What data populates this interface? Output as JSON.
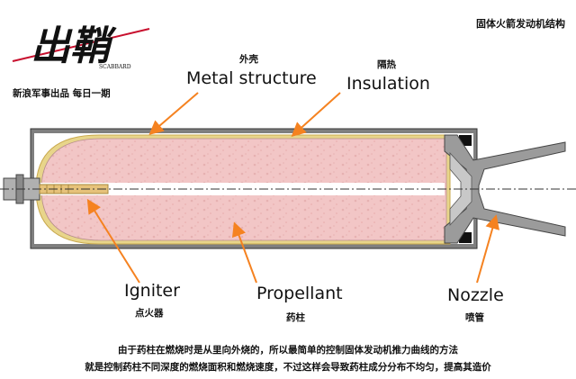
{
  "logo": {
    "calligraphy": "出鞘",
    "brand_en": "SCABBARD",
    "tagline": "新浪军事出品 每日一期"
  },
  "title": "固体火箭发动机结构",
  "labels": {
    "shell_cn": "外壳",
    "metal_en": "Metal structure",
    "insulation_cn": "隔热",
    "insulation_en": "Insulation",
    "igniter_en": "Igniter",
    "igniter_cn": "点火器",
    "propellant_en": "Propellant",
    "propellant_cn": "药柱",
    "nozzle_en": "Nozzle",
    "nozzle_cn": "喷管"
  },
  "caption": {
    "line1": "由于药柱在燃烧时是从里向外烧的，所以最简单的控制固体发动机推力曲线的方法",
    "line2": "就是控制药柱不同深度的燃烧面积和燃烧速度，不过这样会导致药柱成分分布不均匀，提高其造价"
  },
  "colors": {
    "arrow": "#f58220",
    "shell": "#7f7f7f",
    "insulation": "#e8d58a",
    "propellant": "#f2c6c6",
    "logo_red": "#c8102e"
  }
}
